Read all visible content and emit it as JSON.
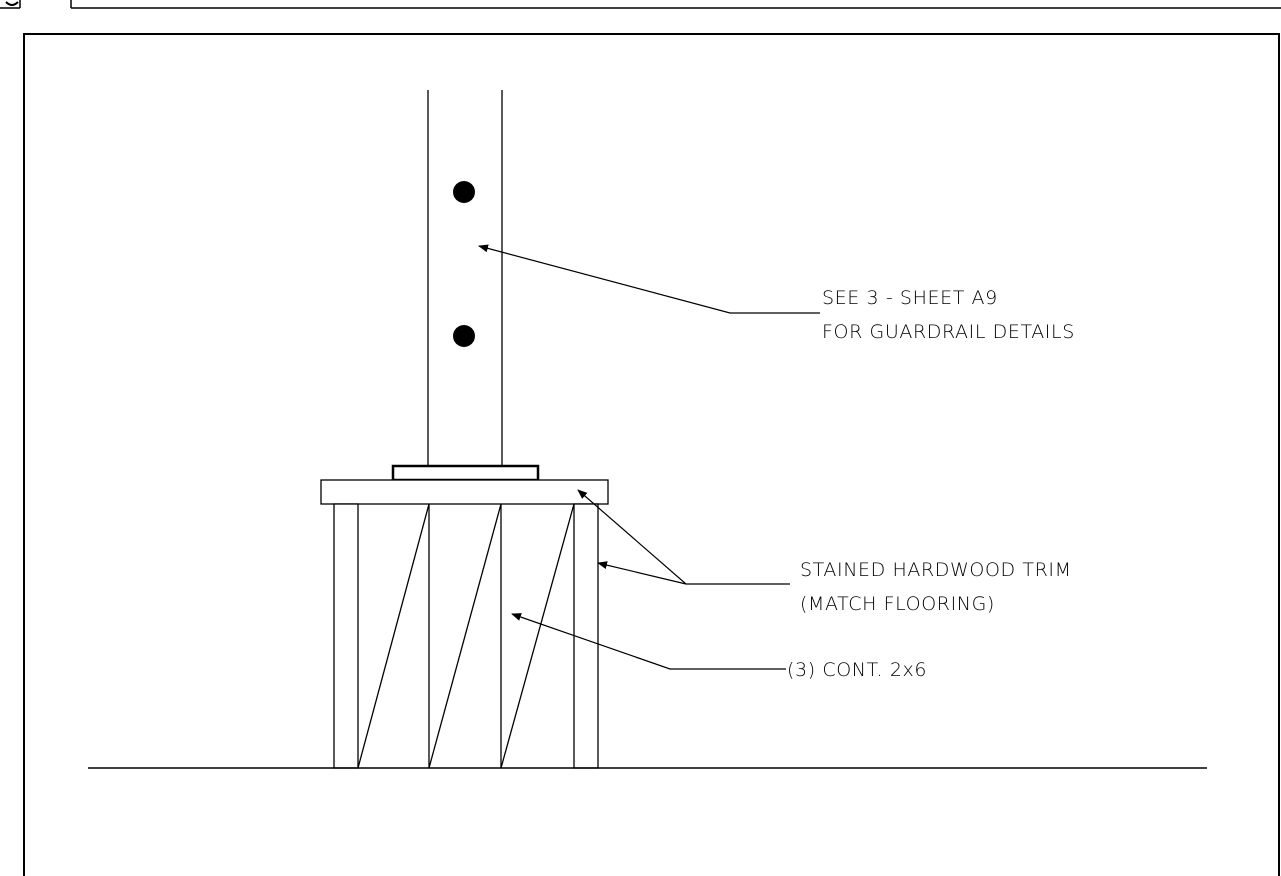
{
  "callouts": {
    "guardrail": {
      "line1": "SEE 3 - SHEET A9",
      "line2": "FOR GUARDRAIL DETAILS"
    },
    "trim": {
      "line1": "STAINED HARDWOOD TRIM",
      "line2": "(MATCH FLOORING)"
    },
    "framing": {
      "line1": "(3) CONT. 2x6"
    }
  },
  "colors": {
    "ink": "#000000",
    "paper": "#ffffff"
  }
}
